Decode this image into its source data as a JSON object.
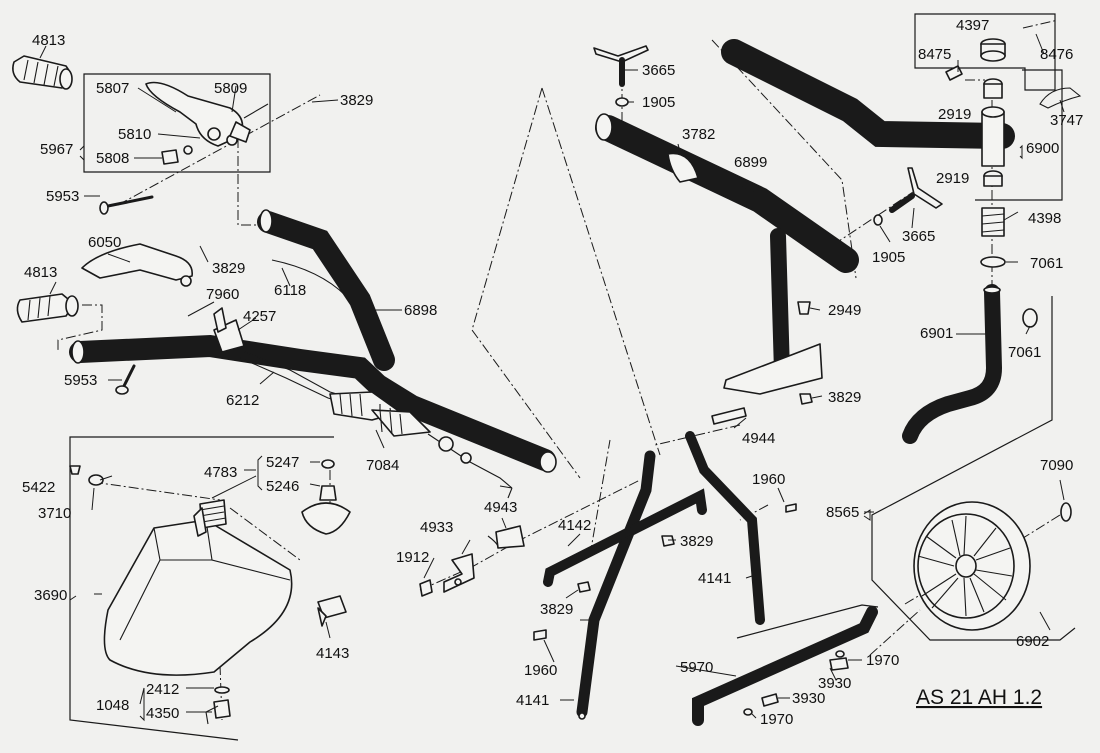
{
  "diagram": {
    "document_id": "AS 21 AH 1.2",
    "parts": {
      "p4813a": "4813",
      "p5807": "5807",
      "p5809": "5809",
      "p3829a": "3829",
      "p5810": "5810",
      "p5967": "5967",
      "p5808": "5808",
      "p5953a": "5953",
      "p6050": "6050",
      "p3829b": "3829",
      "p4813b": "4813",
      "p7960": "7960",
      "p6118": "6118",
      "p4257": "4257",
      "p6898": "6898",
      "p5953b": "5953",
      "p6212": "6212",
      "p7084": "7084",
      "p3665a": "3665",
      "p1905a": "1905",
      "p3782": "3782",
      "p6899": "6899",
      "p3665b": "3665",
      "p1905b": "1905",
      "p2949": "2949",
      "p3829c": "3829",
      "p4944": "4944",
      "p4397": "4397",
      "p8475": "8475",
      "p8476": "8476",
      "p2919a": "2919",
      "p3747": "3747",
      "p6900": "6900",
      "p2919b": "2919",
      "p4398": "4398",
      "p7061a": "7061",
      "p6901": "6901",
      "p7061b": "7061",
      "p7090": "7090",
      "p8565": "8565",
      "p6902": "6902",
      "p5422": "5422",
      "p3710": "3710",
      "p4783": "4783",
      "p5247": "5247",
      "p5246": "5246",
      "p3690": "3690",
      "p4143": "4143",
      "p1048": "1048",
      "p2412": "2412",
      "p4350": "4350",
      "p4933": "4933",
      "p4943": "4943",
      "p1912": "1912",
      "p4142": "4142",
      "p3829d": "3829",
      "p3829e": "3829",
      "p1960a": "1960",
      "p4141a": "4141",
      "p1960b": "1960",
      "p4141b": "4141",
      "p5970": "5970",
      "p1970a": "1970",
      "p3930a": "3930",
      "p3930b": "3930",
      "p1970b": "1970"
    }
  }
}
